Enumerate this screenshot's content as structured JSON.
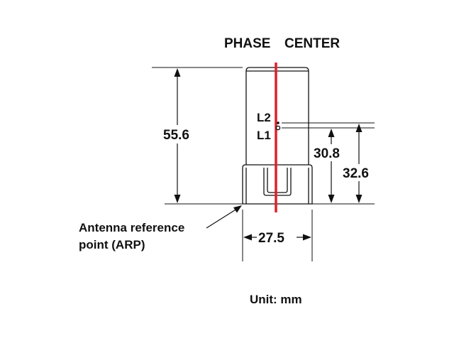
{
  "title_left": "PHASE",
  "title_right": "CENTER",
  "markers": {
    "l2": "L2",
    "l1": "L1"
  },
  "dimensions": {
    "height_total": "55.6",
    "phase_l1": "30.8",
    "phase_l2": "32.6",
    "width": "27.5"
  },
  "arp_label": {
    "line1": "Antenna reference",
    "line2": "point (ARP)"
  },
  "unit": "Unit: mm",
  "colors": {
    "phase_center_line": "#e0202a",
    "outline": "#111111"
  }
}
